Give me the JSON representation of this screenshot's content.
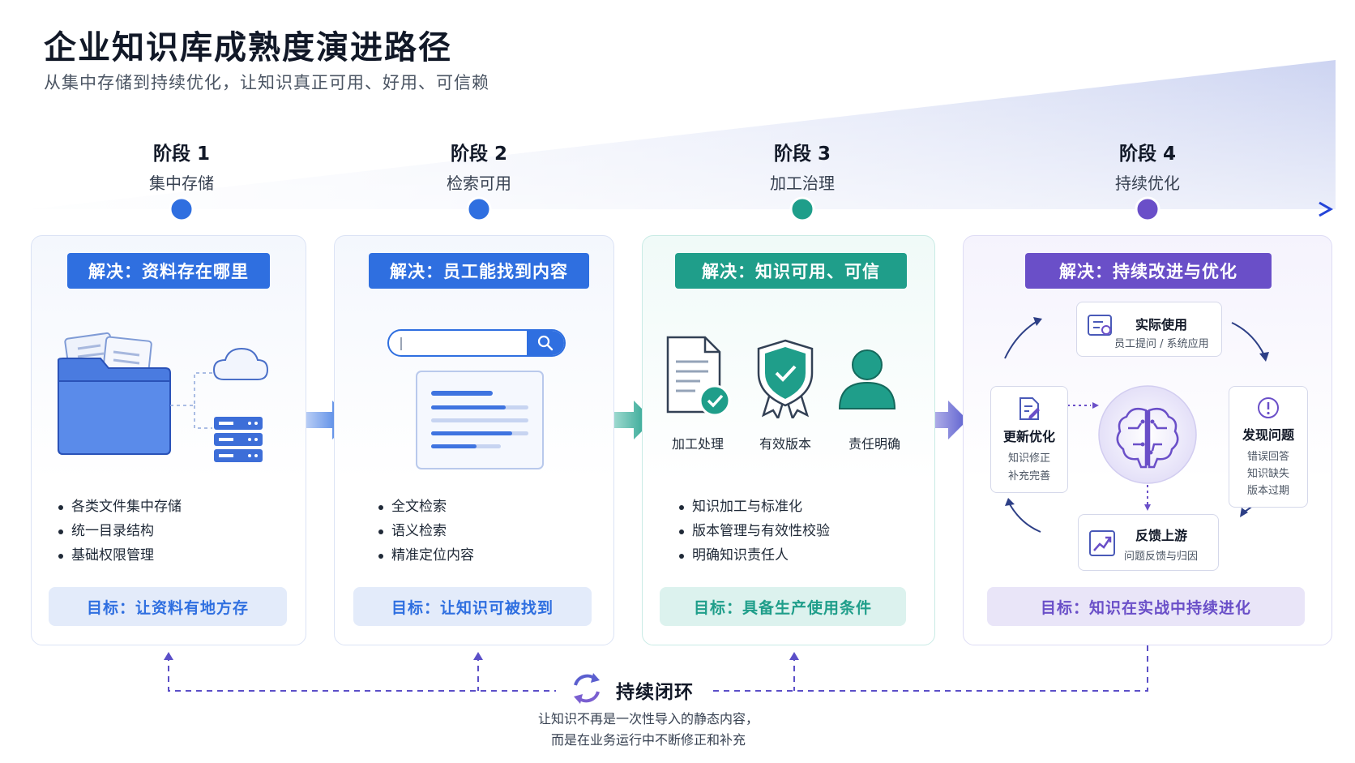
{
  "title": "企业知识库成熟度演进路径",
  "subtitle": "从集中存储到持续优化，让知识真正可用、好用、可信赖",
  "stages": [
    {
      "number": "阶段 1",
      "name": "集中存储",
      "solve": "解决：资料存在哪里",
      "bullets": [
        "各类文件集中存储",
        "统一目录结构",
        "基础权限管理"
      ],
      "goal": "目标：让资料有地方存",
      "color": "#2f6fe0"
    },
    {
      "number": "阶段 2",
      "name": "检索可用",
      "solve": "解决：员工能找到内容",
      "bullets": [
        "全文检索",
        "语义检索",
        "精准定位内容"
      ],
      "goal": "目标：让知识可被找到",
      "color": "#2f6fe0"
    },
    {
      "number": "阶段 3",
      "name": "加工治理",
      "solve": "解决：知识可用、可信",
      "icons": [
        "加工处理",
        "有效版本",
        "责任明确"
      ],
      "bullets": [
        "知识加工与标准化",
        "版本管理与有效性校验",
        "明确知识责任人"
      ],
      "goal": "目标：具备生产使用条件",
      "color": "#1f9e8a"
    },
    {
      "number": "阶段 4",
      "name": "持续优化",
      "solve": "解决：持续改进与优化",
      "loop": {
        "top": {
          "title": "实际使用",
          "sub": "员工提问 / 系统应用"
        },
        "right": {
          "title": "发现问题",
          "subs": [
            "错误回答",
            "知识缺失",
            "版本过期"
          ]
        },
        "bottom": {
          "title": "反馈上游",
          "sub": "问题反馈与归因"
        },
        "left": {
          "title": "更新优化",
          "subs": [
            "知识修正",
            "补充完善"
          ]
        }
      },
      "goal": "目标：知识在实战中持续进化",
      "color": "#6a4fc8"
    }
  ],
  "closed_loop": {
    "title": "持续闭环",
    "desc_line1": "让知识不再是一次性导入的静态内容，",
    "desc_line2": "而是在业务运行中不断修正和补充"
  },
  "icons": {
    "stage1": [
      "folder-icon",
      "cloud-icon",
      "server-icon"
    ],
    "stage2": [
      "search-icon",
      "document-icon"
    ],
    "stage3": [
      "document-check-icon",
      "shield-check-icon",
      "person-icon"
    ],
    "stage4": [
      "brain-icon",
      "chat-icon",
      "alert-icon",
      "chart-up-icon",
      "edit-doc-icon",
      "cycle-icon"
    ]
  },
  "colors": {
    "blue": "#2f6fe0",
    "teal": "#1f9e8a",
    "purple": "#6a4fc8",
    "goal_blue_bg": "#e3ebfa",
    "goal_teal_bg": "#dcf2ee",
    "goal_purple_bg": "#e9e5f8"
  }
}
